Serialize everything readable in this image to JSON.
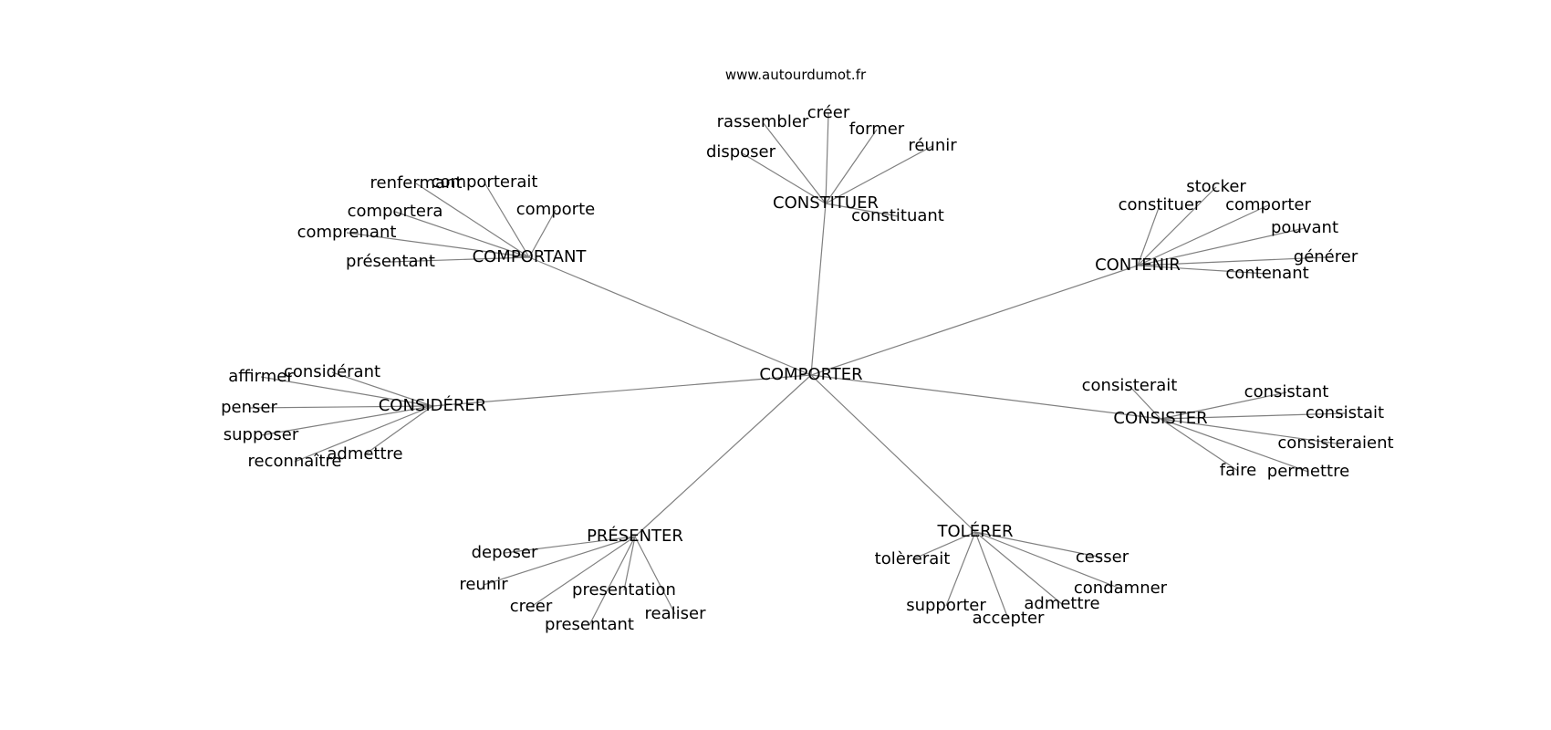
{
  "site": "www.autourdumot.fr",
  "center": "COMPORTER",
  "hubs": [
    {
      "key": "constituer",
      "label": "CONSTITUER",
      "leaves": [
        {
          "key": "rassembler",
          "label": "rassembler"
        },
        {
          "key": "creer",
          "label": "créer"
        },
        {
          "key": "former",
          "label": "former"
        },
        {
          "key": "reunir",
          "label": "réunir"
        },
        {
          "key": "disposer",
          "label": "disposer"
        },
        {
          "key": "constituant",
          "label": "constituant"
        }
      ]
    },
    {
      "key": "comportant",
      "label": "COMPORTANT",
      "leaves": [
        {
          "key": "renfermant",
          "label": "renfermant"
        },
        {
          "key": "comporterait",
          "label": "comporterait"
        },
        {
          "key": "comportera",
          "label": "comportera"
        },
        {
          "key": "comporte",
          "label": "comporte"
        },
        {
          "key": "comprenant",
          "label": "comprenant"
        },
        {
          "key": "presentant",
          "label": "présentant"
        }
      ]
    },
    {
      "key": "contenir",
      "label": "CONTENIR",
      "leaves": [
        {
          "key": "stocker",
          "label": "stocker"
        },
        {
          "key": "constituer",
          "label": "constituer"
        },
        {
          "key": "comporter",
          "label": "comporter"
        },
        {
          "key": "pouvant",
          "label": "pouvant"
        },
        {
          "key": "generer",
          "label": "générer"
        },
        {
          "key": "contenant",
          "label": "contenant"
        }
      ]
    },
    {
      "key": "considerer",
      "label": "CONSIDÉRER",
      "leaves": [
        {
          "key": "affirmer",
          "label": "affirmer"
        },
        {
          "key": "considerant",
          "label": "considérant"
        },
        {
          "key": "penser",
          "label": "penser"
        },
        {
          "key": "supposer",
          "label": "supposer"
        },
        {
          "key": "reconnaitre",
          "label": "reconnaître"
        },
        {
          "key": "admettre",
          "label": "admettre"
        }
      ]
    },
    {
      "key": "consister",
      "label": "CONSISTER",
      "leaves": [
        {
          "key": "consisterait",
          "label": "consisterait"
        },
        {
          "key": "consistant",
          "label": "consistant"
        },
        {
          "key": "consistait",
          "label": "consistait"
        },
        {
          "key": "consisteraient",
          "label": "consisteraient"
        },
        {
          "key": "faire",
          "label": "faire"
        },
        {
          "key": "permettre",
          "label": "permettre"
        }
      ]
    },
    {
      "key": "presenter",
      "label": "PRÉSENTER",
      "leaves": [
        {
          "key": "deposer",
          "label": "deposer"
        },
        {
          "key": "reunir",
          "label": "reunir"
        },
        {
          "key": "creer",
          "label": "creer"
        },
        {
          "key": "presentation",
          "label": "presentation"
        },
        {
          "key": "presentant",
          "label": "presentant"
        },
        {
          "key": "realiser",
          "label": "realiser"
        }
      ]
    },
    {
      "key": "tolerer",
      "label": "TOLÉRER",
      "leaves": [
        {
          "key": "tolererait",
          "label": "tolèrerait"
        },
        {
          "key": "cesser",
          "label": "cesser"
        },
        {
          "key": "condamner",
          "label": "condamner"
        },
        {
          "key": "supporter",
          "label": "supporter"
        },
        {
          "key": "admettre",
          "label": "admettre"
        },
        {
          "key": "accepter",
          "label": "accepter"
        }
      ]
    }
  ]
}
